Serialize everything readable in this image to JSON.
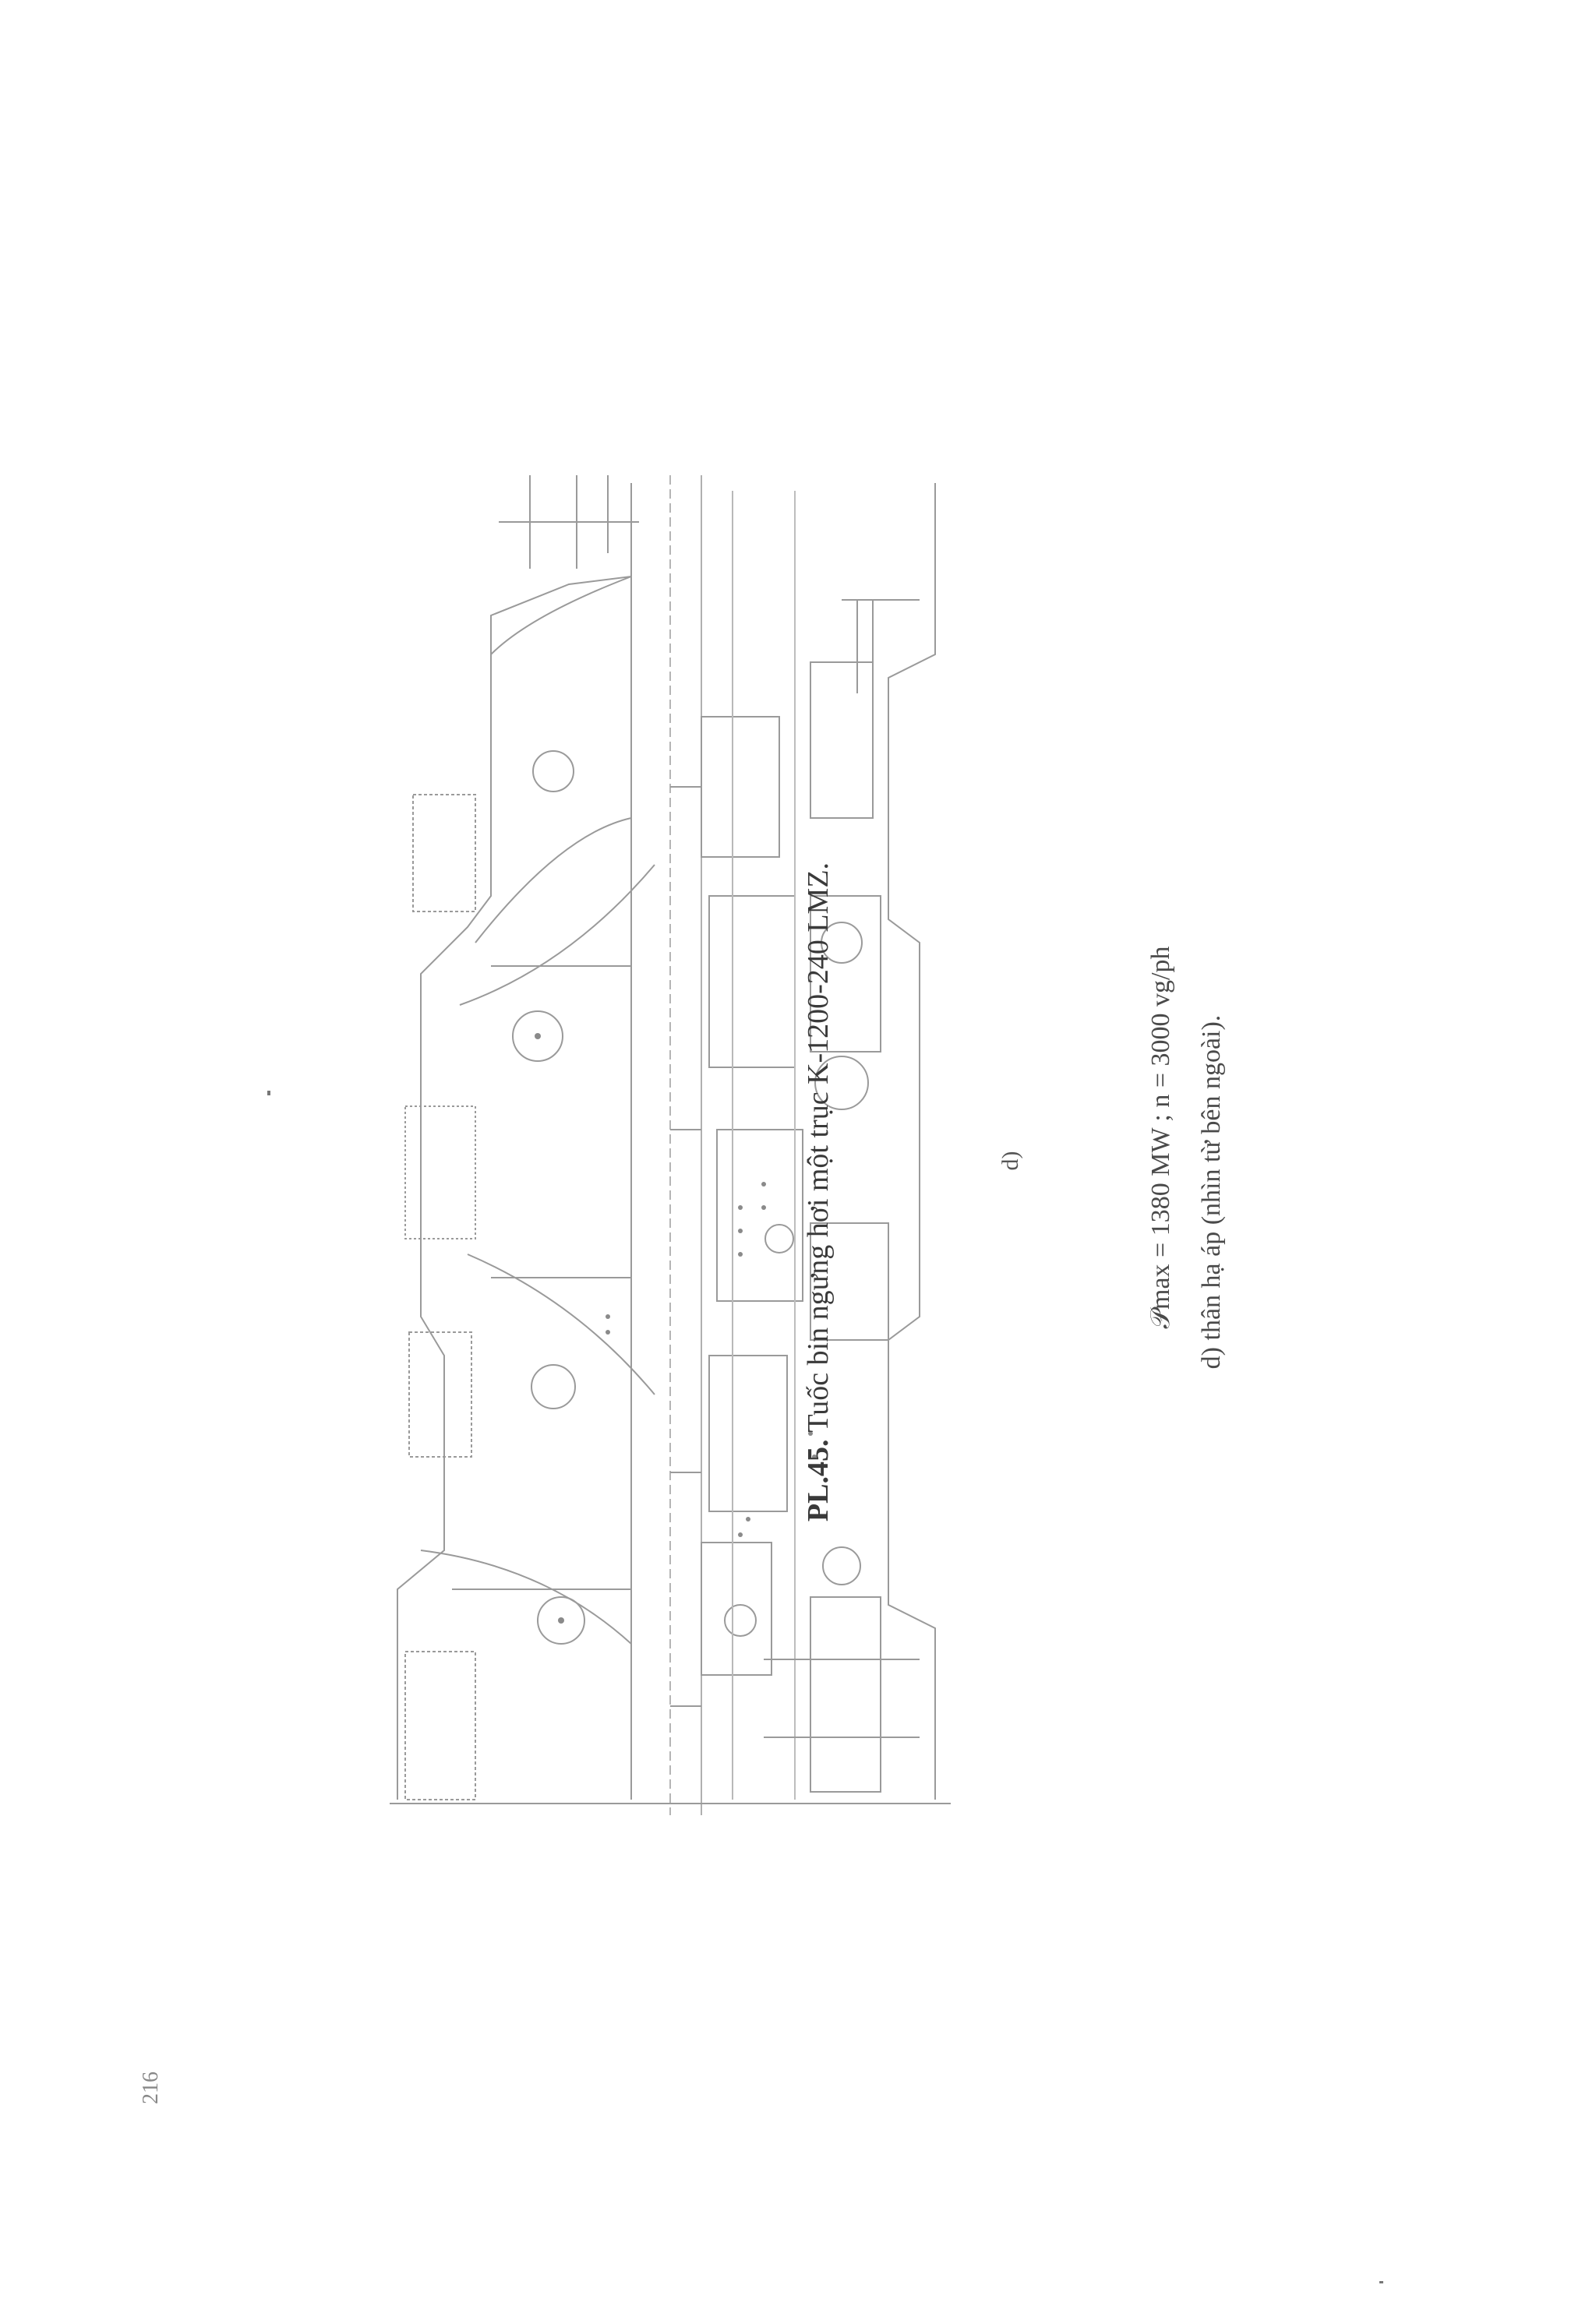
{
  "caption": {
    "label": "PL.45.",
    "title": "Tuốc bin ngưng hơi một trục K-1200-240 LMZ.",
    "params": "𝒫max = 1380 MW ; n = 3000 vg/ph",
    "detail": "d) thân hạ áp (nhìn từ bên ngoài)."
  },
  "sublabel": "d)",
  "page_number": "216"
}
